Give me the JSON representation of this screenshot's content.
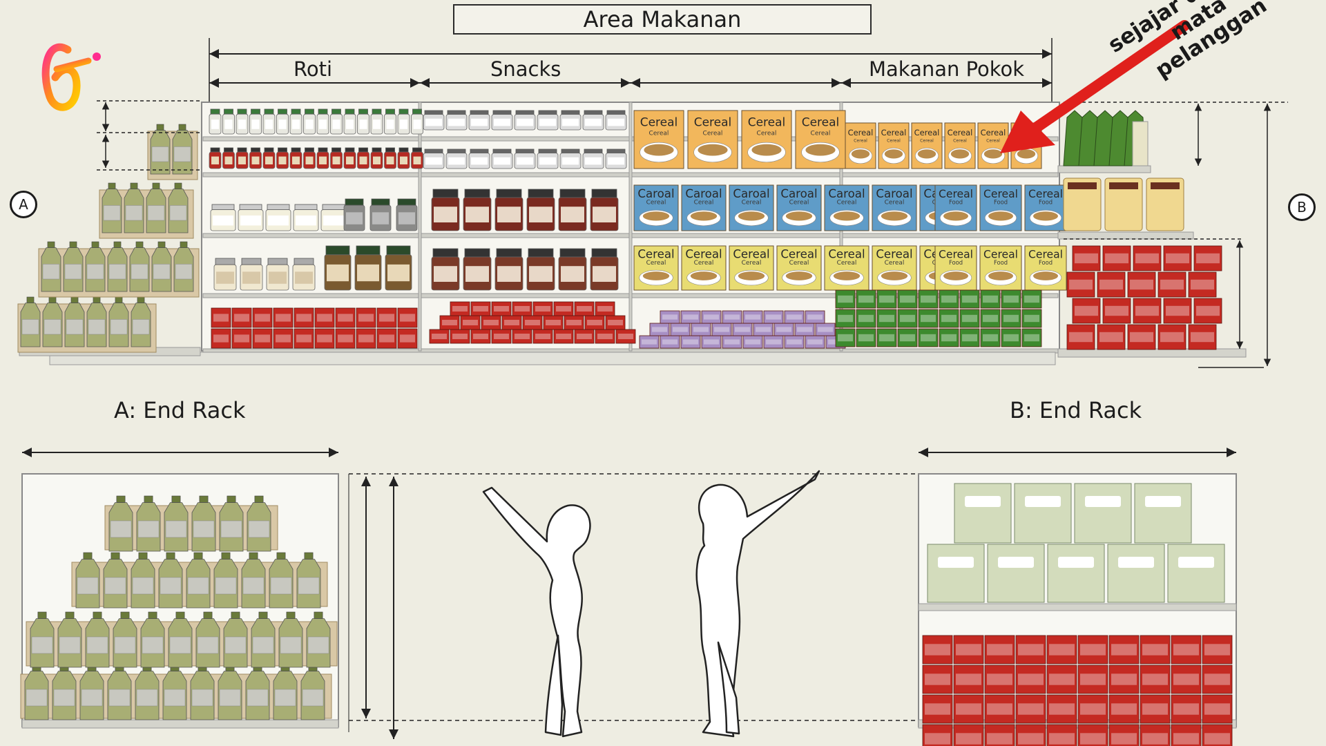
{
  "title": "Area Makanan",
  "sections": {
    "roti": "Roti",
    "snacks": "Snacks",
    "makanan_pokok": "Makanan Pokok"
  },
  "annotation": {
    "line1": "sejajar dengan",
    "line2": "mata pelanggan"
  },
  "markers": {
    "a": "A",
    "b": "B"
  },
  "end_racks": {
    "a": "A: End Rack",
    "b": "B: End Rack"
  },
  "product_labels": {
    "cereal": "Cereal",
    "cereal_sub": "Cereal",
    "caroal": "Caroal",
    "cereal_food": "Cereal",
    "food_sub": "Food"
  },
  "colors": {
    "background": "#eeede2",
    "arrow": "#e0201c",
    "bottle": "#a8ae74",
    "can_red": "#c42a22",
    "can_purple": "#a78fc4",
    "can_green": "#3d8a2e",
    "box_green": "#d3dcbc",
    "cereal_orange": "#f2b75c",
    "cereal_blue": "#5f9cc8",
    "cereal_yellow": "#e8dc72"
  },
  "logo": {
    "icon": "brand-f-logo-icon"
  }
}
